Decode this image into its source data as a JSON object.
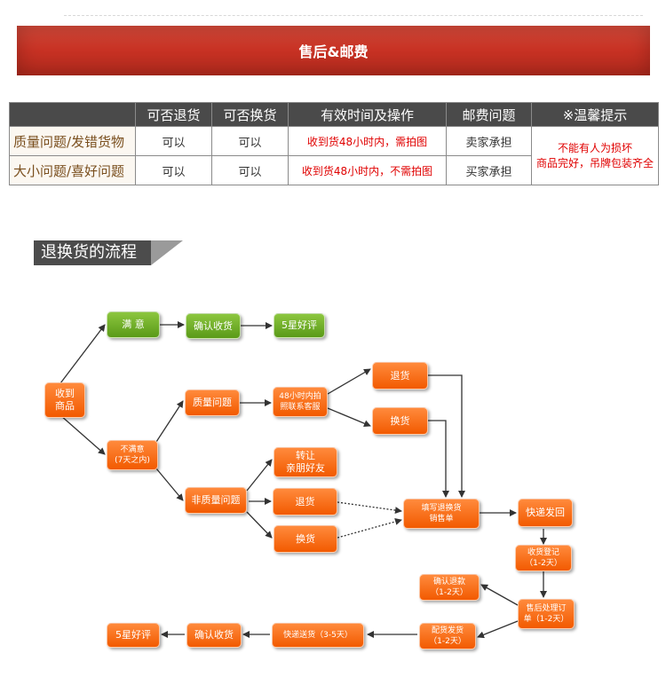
{
  "banner": {
    "title": "售后&邮费"
  },
  "policy_table": {
    "headers": [
      "",
      "可否退货",
      "可否换货",
      "有效时间及操作",
      "邮费问题",
      "※温馨提示"
    ],
    "rows": [
      {
        "issue": "质量问题/发错货物",
        "return": "可以",
        "exchange": "可以",
        "time": "收到货48小时内，需拍图",
        "postage": "卖家承担"
      },
      {
        "issue": "大小问题/喜好问题",
        "return": "可以",
        "exchange": "可以",
        "time": "收到货48小时内，不需拍图",
        "postage": "买家承担"
      }
    ],
    "tip_line1": "不能有人为损坏",
    "tip_line2": "商品完好，吊牌包装齐全"
  },
  "section": {
    "title": "退换货的流程"
  },
  "flow": {
    "received": [
      "收到",
      "商品"
    ],
    "satisfied": "满 意",
    "confirm_receipt_1": "确认收货",
    "five_star_1": "5星好评",
    "unsatisfied": [
      "不满意",
      "(7天之内)"
    ],
    "quality_issue": "质量问题",
    "photo_contact": [
      "48小时内拍",
      "照联系客服"
    ],
    "return_1": "退货",
    "exchange_1": "换货",
    "non_quality": "非质量问题",
    "transfer": [
      "转让",
      "亲朋好友"
    ],
    "return_2": "退货",
    "exchange_2": "换货",
    "fill_form": [
      "填写退换货",
      "销售单"
    ],
    "express_back": "快递发回",
    "receipt_register": [
      "收货登记",
      "（1-2天）"
    ],
    "aftersale_process": [
      "售后处理订",
      "单（1-2天）"
    ],
    "confirm_refund": [
      "确认退款",
      "（1-2天）"
    ],
    "ship_goods": [
      "配货发货",
      "（1-2天）"
    ],
    "express_delivery": "快递送货（3-5天）",
    "confirm_receipt_2": "确认收货",
    "five_star_2": "5星好评"
  }
}
